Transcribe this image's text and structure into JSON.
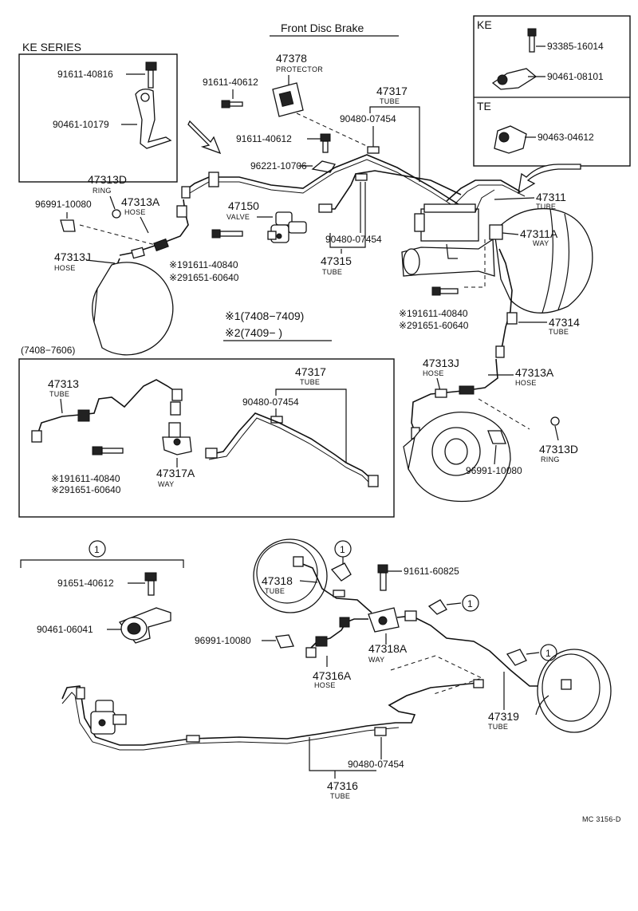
{
  "title": "Front Disc Brake",
  "code": "MC 3156-D",
  "legend": {
    "l1": "※1(7408−7409)",
    "l2": "※2(7409−        )"
  },
  "ke_series": {
    "label": "KE SERIES",
    "p1": "91611-40816",
    "p2": "90461-10179"
  },
  "ke": {
    "label": "KE",
    "p1": "93385-16014",
    "p2": "90461-08101"
  },
  "te": {
    "label": "TE",
    "p1": "90463-04612"
  },
  "upper": {
    "p47378": "47378",
    "protector": "PROTECTOR",
    "p91611_a": "91611-40612",
    "p91611_b": "91611-40612",
    "p47317": "47317",
    "tube_a": "TUBE",
    "p90480_a": "90480-07454",
    "p96221": "96221-10706",
    "p47313D": "47313D",
    "ring_a": "RING",
    "p96991": "96991-10080",
    "p47313A": "47313A",
    "hose_a": "HOSE",
    "p47150": "47150",
    "valve": "VALVE",
    "p90480_b": "90480-07454",
    "p47315": "47315",
    "tube_b": "TUBE",
    "p47313J": "47313J",
    "hose_b": "HOSE",
    "bolt_1": "※191611-40840",
    "bolt_2": "※291651-60640",
    "p47311": "47311",
    "tube_c": "TUBE",
    "p47311A": "47311A",
    "way_a": "WAY",
    "bolt_3": "※191611-40840",
    "bolt_4": "※291651-60640",
    "p47314": "47314",
    "tube_d": "TUBE",
    "p47313J_r": "47313J",
    "hose_c": "HOSE",
    "p47313A_r": "47313A",
    "hose_d": "HOSE",
    "p96991_r": "96991-10080",
    "p47313D_r": "47313D",
    "ring_b": "RING"
  },
  "box7408": {
    "label": "(7408−7606)",
    "p47313": "47313",
    "tube_a": "TUBE",
    "bolt_1": "※191611-40840",
    "bolt_2": "※291651-60640",
    "p47317A": "47317A",
    "way": "WAY",
    "p47317": "47317",
    "tube_b": "TUBE",
    "p90480": "90480-07454"
  },
  "lower": {
    "circle": "1",
    "p91651": "91651-40612",
    "p90461": "90461-06041",
    "p47318": "47318",
    "tube_a": "TUBE",
    "p91611": "91611-60825",
    "p96991": "96991-10080",
    "p47318A": "47318A",
    "way": "WAY",
    "p47316A": "47316A",
    "hose": "HOSE",
    "p47319": "47319",
    "tube_b": "TUBE",
    "p90480": "90480-07454",
    "p47316": "47316",
    "tube_c": "TUBE"
  }
}
